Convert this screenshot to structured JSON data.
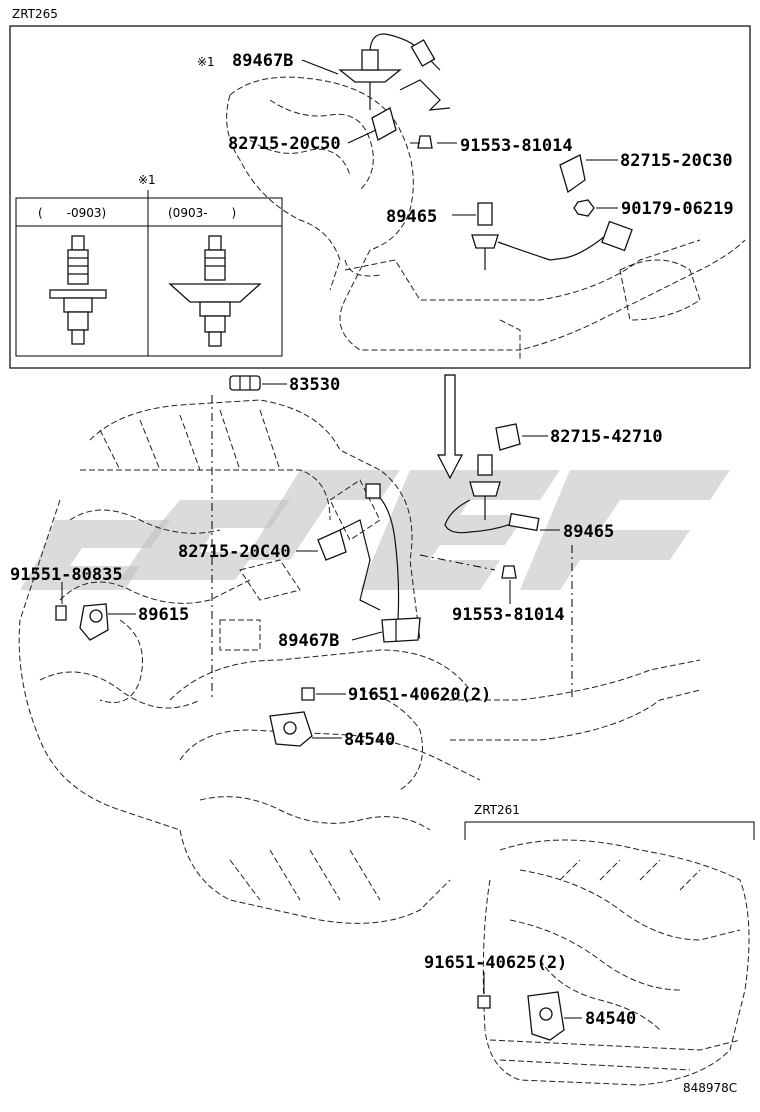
{
  "top_box": {
    "model": "ZRT265",
    "labels": {
      "p89467B_top": "89467B",
      "p82715_20C50": "82715-20C50",
      "p91553_81014_top": "91553-81014",
      "p82715_20C30": "82715-20C30",
      "p90179_06219": "90179-06219",
      "p89465_top": "89465"
    },
    "note_mark": "※1",
    "inset": {
      "mark": "※1",
      "left_header": "(　　-0903)",
      "right_header": "(0903-　　)"
    }
  },
  "main": {
    "labels": {
      "p83530": "83530",
      "p82715_42710": "82715-42710",
      "p89465_main": "89465",
      "p82715_20C40": "82715-20C40",
      "p91551_80835": "91551-80835",
      "p89615": "89615",
      "p91553_81014_main": "91553-81014",
      "p89467B_main": "89467B",
      "p91651_40620": "91651-40620(2)",
      "p84540_main": "84540"
    }
  },
  "sub_box": {
    "model": "ZRT261",
    "labels": {
      "p91651_40625": "91651-40625(2)",
      "p84540_sub": "84540"
    }
  },
  "figure_code": "848978C"
}
